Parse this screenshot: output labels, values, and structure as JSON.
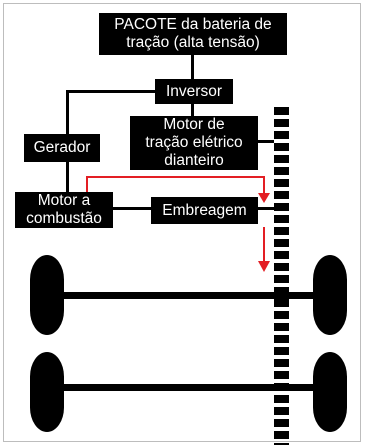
{
  "boxes": {
    "battery": {
      "line1": "PACOTE da bateria de",
      "line2": "tração (alta tensão)"
    },
    "inverter": {
      "label": "Inversor"
    },
    "front_motor": {
      "line1": "Motor de",
      "line2": "tração elétrico",
      "line3": "dianteiro"
    },
    "generator": {
      "label": "Gerador"
    },
    "engine": {
      "line1": "Motor a",
      "line2": "combustão"
    },
    "clutch": {
      "label": "Embreagem"
    }
  },
  "colors": {
    "box_fill": "#000000",
    "box_text": "#ffffff",
    "power_flow_arrow": "#e31e24"
  }
}
